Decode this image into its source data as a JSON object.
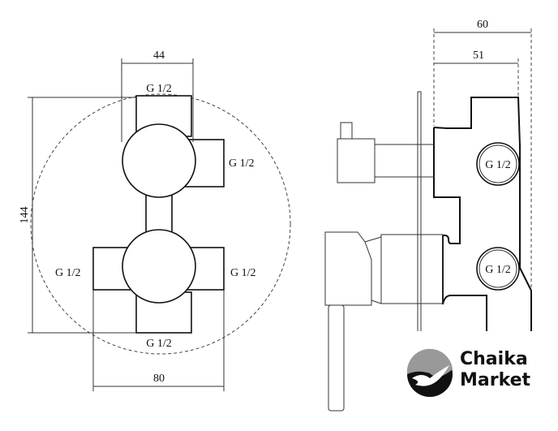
{
  "front_view": {
    "dim_width_top": "44",
    "dim_height": "144",
    "dim_width_bottom": "80",
    "ports": [
      "G 1/2",
      "G 1/2",
      "G 1/2",
      "G 1/2",
      "G 1/2"
    ]
  },
  "side_view": {
    "dim_total_depth": "60",
    "dim_body_depth": "51",
    "ports": [
      "G 1/2",
      "G 1/2"
    ]
  },
  "logo": {
    "line1": "Chaika",
    "line2": "Market"
  }
}
